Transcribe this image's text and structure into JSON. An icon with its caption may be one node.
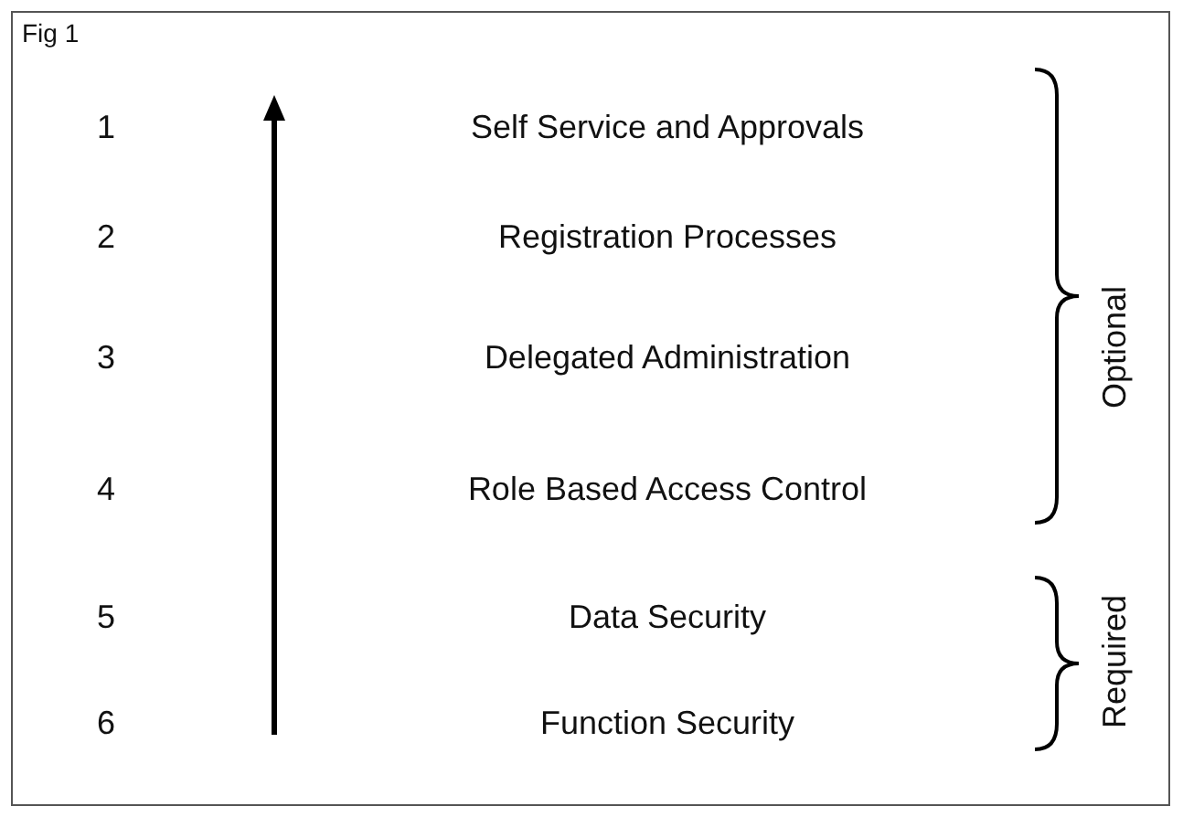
{
  "diagram": {
    "labels": [
      "Fig 1",
      "1",
      "Self Service and Approvals",
      "2",
      "Registration Processes",
      "3",
      "Delegated Administration",
      "4",
      "Role Based Access Control",
      "5",
      "Data Security",
      "6",
      "Function Security",
      "Optional",
      "Required"
    ]
  }
}
